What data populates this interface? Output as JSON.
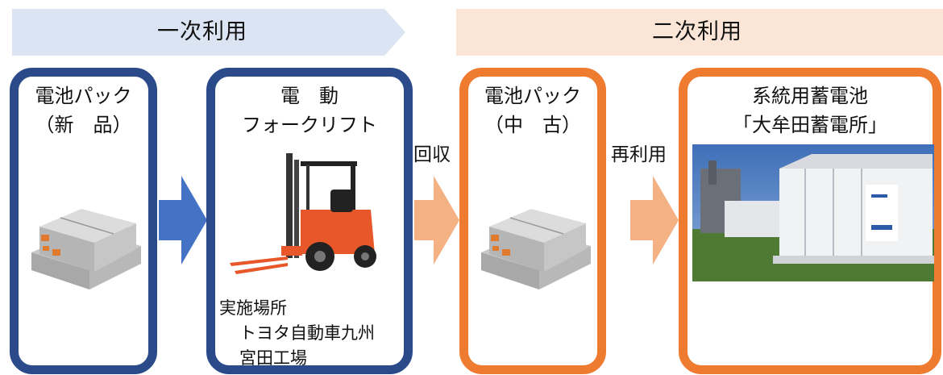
{
  "stages": {
    "primary": {
      "label": "一次利用",
      "color": "#dbe4f2"
    },
    "secondary": {
      "label": "二次利用",
      "color": "#fbe5d6"
    }
  },
  "boxes": {
    "new_pack": {
      "line1": "電池パック",
      "line2": "（新　品）",
      "color": "#2b4a8a"
    },
    "forklift": {
      "line1": "電　動",
      "line2": "フォークリフト",
      "color": "#2b4a8a",
      "location_label": "実施場所",
      "location_line1": "トヨタ自動車九州",
      "location_line2": "宮田工場"
    },
    "used_pack": {
      "line1": "電池パック",
      "line2": "（中　古）",
      "color": "#ef7b31"
    },
    "storage": {
      "line1": "系統用蓄電池",
      "line2": "「大牟田蓄電所」",
      "color": "#ef7b31"
    }
  },
  "transitions": {
    "collect": "回収",
    "reuse": "再利用"
  },
  "colors": {
    "blue_arrow": "#4472c4",
    "orange_arrow": "#f4b183"
  }
}
